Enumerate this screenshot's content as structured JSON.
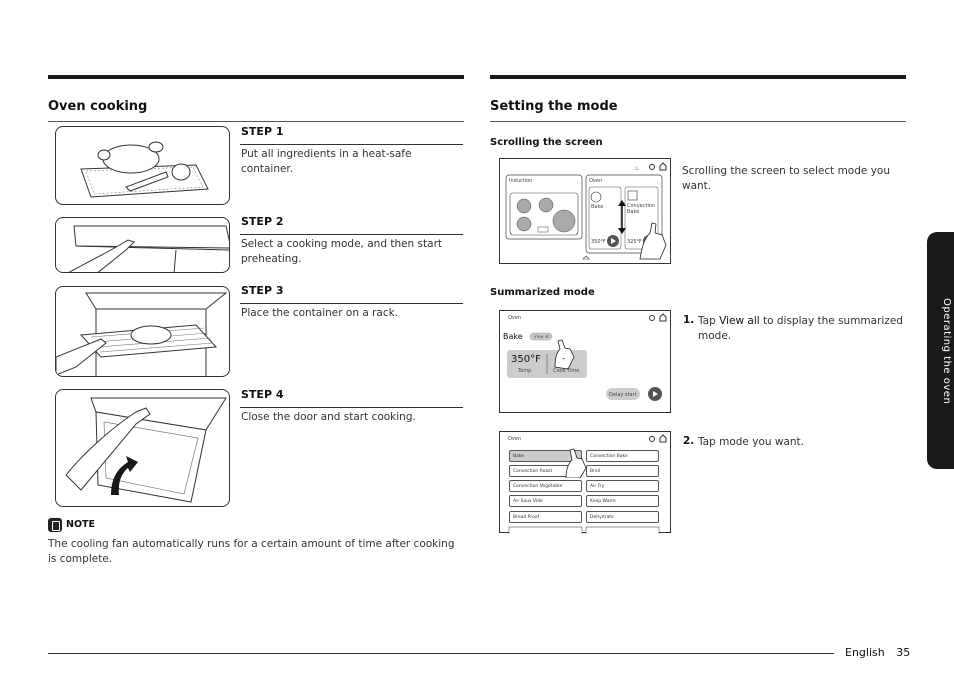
{
  "left": {
    "title": "Oven cooking",
    "steps": [
      {
        "title": "STEP 1",
        "text": "Put all ingredients in a heat-safe container."
      },
      {
        "title": "STEP 2",
        "text": "Select a cooking mode, and then start preheating."
      },
      {
        "title": "STEP 3",
        "text": "Place the container on a rack."
      },
      {
        "title": "STEP 4",
        "text": "Close the door and start cooking."
      }
    ],
    "note_label": "NOTE",
    "note_text": "The cooling fan automatically runs for a certain amount of time after cooking is complete."
  },
  "right": {
    "title": "Setting the mode",
    "scrolling": {
      "heading": "Scrolling the screen",
      "text": "Scrolling the screen to select mode you want.",
      "screen": {
        "induction_label": "Induction",
        "oven_label": "Oven",
        "bake_label": "Bake",
        "conv_bake_label": "Convection Bake",
        "temp1": "350°F",
        "temp2": "325°F"
      }
    },
    "summarized": {
      "heading": "Summarized mode",
      "step1_num": "1.",
      "step1_pre": "Tap ",
      "step1_link": "View all",
      "step1_post": " to display the summarized mode.",
      "step2_num": "2.",
      "step2_text": "Tap mode you want.",
      "screen1": {
        "back_label": "Oven",
        "mode": "Bake",
        "view_all": "View all",
        "temp": "350°F",
        "temp_label": "Temp",
        "cook_time": "-",
        "cook_time_label": "Cook Time",
        "delay_start": "Delay start"
      },
      "screen2": {
        "back_label": "Oven",
        "modes": [
          "Bake",
          "Convection Bake",
          "Convection Roast",
          "Broil",
          "Convection Vegetable",
          "Air Fry",
          "Air Sous Vide",
          "Keep Warm",
          "Bread Proof",
          "Dehydrate"
        ]
      }
    }
  },
  "side_tab": "Operating the oven",
  "footer": {
    "language": "English",
    "page": "35"
  }
}
